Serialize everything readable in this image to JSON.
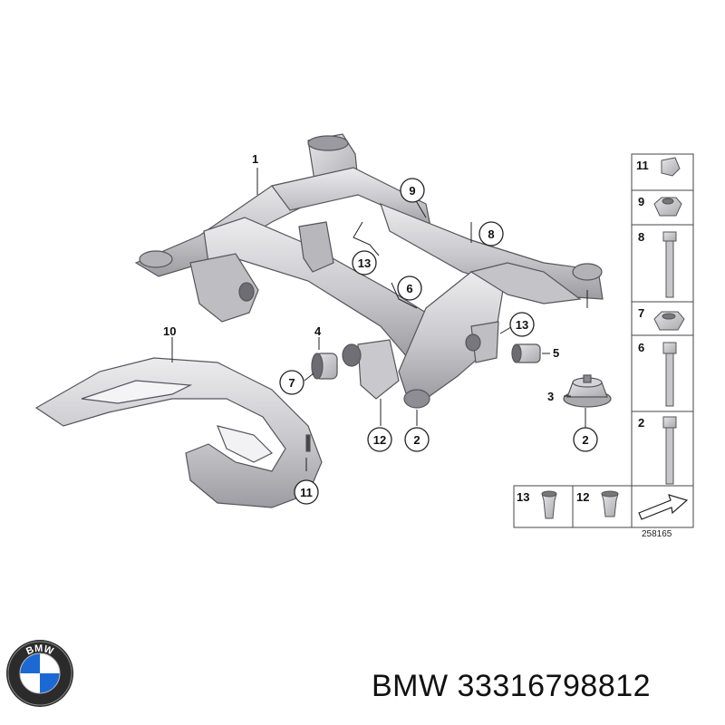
{
  "diagram": {
    "callouts": [
      {
        "id": "c1",
        "label": "1"
      },
      {
        "id": "c2a",
        "label": "2"
      },
      {
        "id": "c2b",
        "label": "2"
      },
      {
        "id": "c3",
        "label": "3"
      },
      {
        "id": "c4",
        "label": "4"
      },
      {
        "id": "c5",
        "label": "5"
      },
      {
        "id": "c6",
        "label": "6"
      },
      {
        "id": "c7",
        "label": "7"
      },
      {
        "id": "c8",
        "label": "8"
      },
      {
        "id": "c9",
        "label": "9"
      },
      {
        "id": "c10",
        "label": "10"
      },
      {
        "id": "c11",
        "label": "11"
      },
      {
        "id": "c12",
        "label": "12"
      },
      {
        "id": "c13a",
        "label": "13"
      },
      {
        "id": "c13b",
        "label": "13"
      }
    ],
    "legend": {
      "items": [
        "11",
        "9",
        "8",
        "7",
        "6",
        "2"
      ],
      "bottom_items": [
        "13",
        "12"
      ]
    },
    "reference": "258165"
  },
  "brand": {
    "name": "BMW",
    "part_number": "33316798812",
    "logo_text": "BMW"
  },
  "colors": {
    "part_light": "#d9d9dc",
    "part_mid": "#b9b9be",
    "part_dark": "#8e8e94",
    "outline": "#5a5a60",
    "logo_blue": "#1c69d4"
  }
}
